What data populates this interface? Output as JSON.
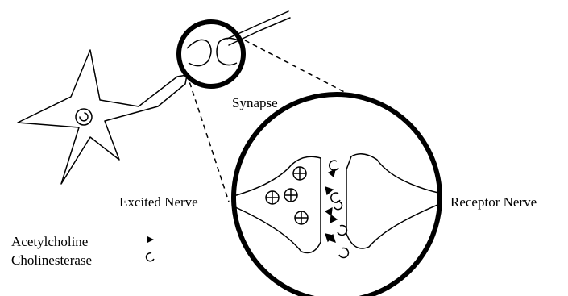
{
  "labels": {
    "synapse": "Synapse",
    "excited_nerve": "Excited Nerve",
    "receptor_nerve": "Receptor Nerve"
  },
  "legend": {
    "acetylcholine": {
      "label": "Acetylcholine",
      "symbol": "▸"
    },
    "cholinesterase": {
      "label": "Cholinesterase",
      "symbol": "ↄ"
    }
  },
  "colors": {
    "stroke": "#000000",
    "background": "#ffffff"
  }
}
